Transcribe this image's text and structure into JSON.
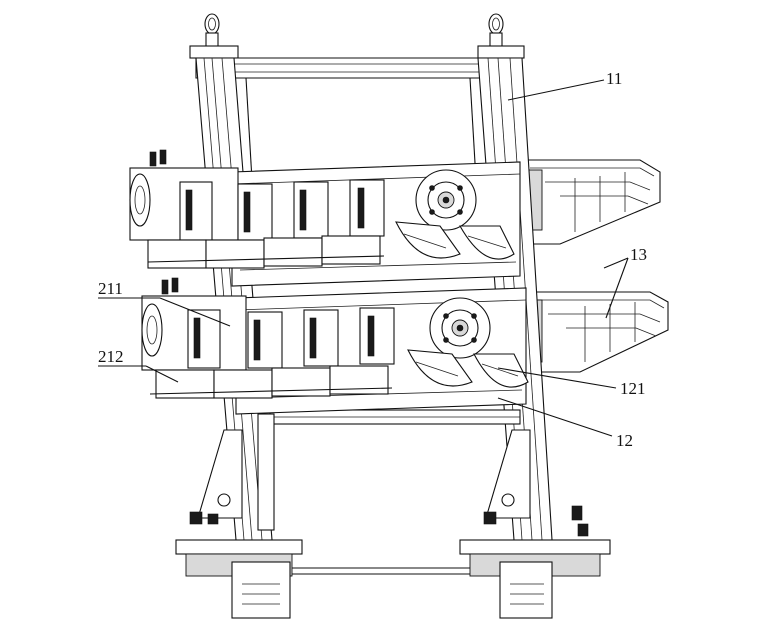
{
  "figure": {
    "labels": [
      {
        "id": "11",
        "text": "11"
      },
      {
        "id": "13",
        "text": "13"
      },
      {
        "id": "211",
        "text": "211"
      },
      {
        "id": "212",
        "text": "212"
      },
      {
        "id": "121",
        "text": "121"
      },
      {
        "id": "12",
        "text": "12"
      }
    ]
  }
}
